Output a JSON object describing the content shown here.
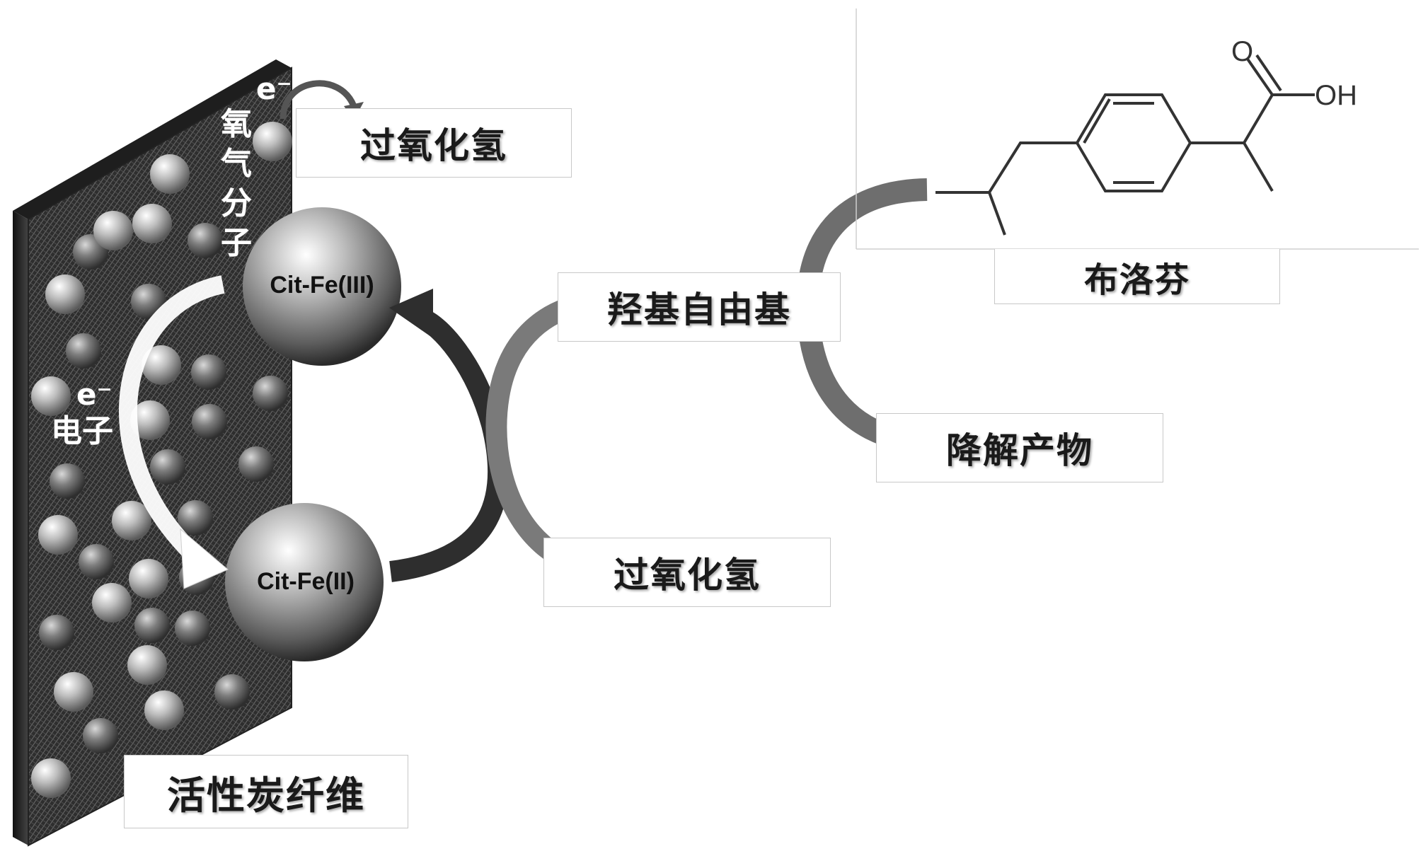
{
  "labels": {
    "h2o2_top": "过氧化氢",
    "h2o2_bottom": "过氧化氢",
    "hydroxyl_radical": "羟基自由基",
    "degradation_products": "降解产物",
    "ibuprofen": "布洛芬",
    "acf": "活性炭纤维",
    "cit_fe3": "Cit-Fe(III)",
    "cit_fe2": "Cit-Fe(II)",
    "electron_top": "e⁻",
    "oxygen_chars": [
      "氧",
      "气",
      "分",
      "子"
    ],
    "electron_mid": "e⁻",
    "electron_word": "电子",
    "chem_o": "O",
    "chem_oh": "OH"
  },
  "colors": {
    "arrow_dark": "#3a3a3a",
    "arrow_mid": "#6e6e6e",
    "arrow_white": "#ffffff",
    "plate": "#2b2b2b"
  }
}
